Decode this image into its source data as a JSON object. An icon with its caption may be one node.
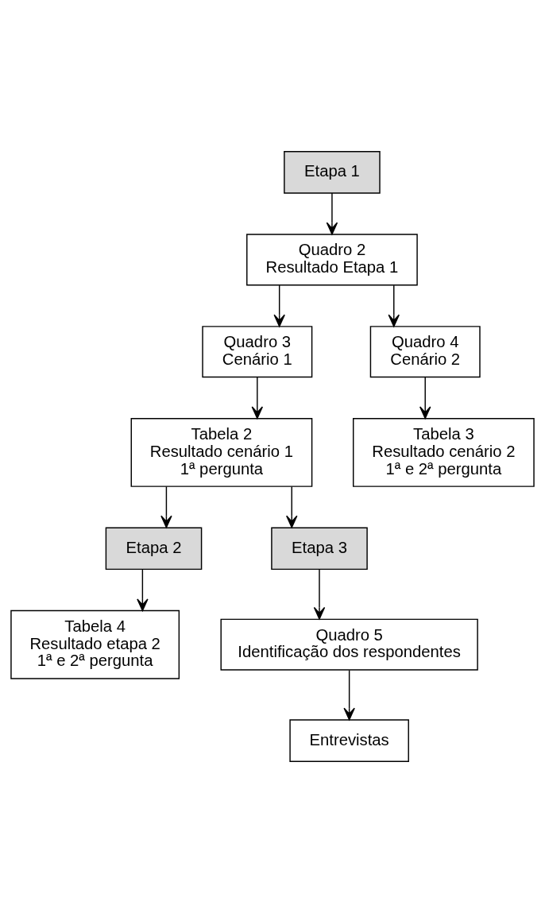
{
  "diagram": {
    "nodes": [
      {
        "text": [
          "Etapa 1"
        ]
      },
      {
        "text": [
          "Quadro 2",
          "Resultado Etapa 1"
        ]
      },
      {
        "text": [
          "Quadro 3",
          "Cenário 1"
        ]
      },
      {
        "text": [
          "Quadro 4",
          "Cenário 2"
        ]
      },
      {
        "text": [
          "Tabela 2",
          "Resultado cenário 1",
          "1ª pergunta"
        ]
      },
      {
        "text": [
          "Tabela 3",
          "Resultado cenário 2",
          "1ª e 2ª pergunta"
        ]
      },
      {
        "text": [
          "Etapa 2"
        ]
      },
      {
        "text": [
          "Etapa 3"
        ]
      },
      {
        "text": [
          "Tabela 4",
          "Resultado etapa 2",
          "1ª e 2ª pergunta"
        ]
      },
      {
        "text": [
          "Quadro 5",
          "Identificação dos respondentes"
        ]
      },
      {
        "text": [
          "Entrevistas"
        ]
      }
    ],
    "edges": [
      {
        "from": 0,
        "to": 1,
        "arrow": "to"
      },
      {
        "from": 1,
        "to": 2,
        "arrow": "to"
      },
      {
        "from": 1,
        "to": 3,
        "arrow": "to"
      },
      {
        "from": 2,
        "to": 4,
        "arrow": "to"
      },
      {
        "from": 3,
        "to": 5,
        "arrow": "to"
      },
      {
        "from": 4,
        "to": 6,
        "arrow": "to"
      },
      {
        "from": 4,
        "to": 7,
        "arrow": "to"
      },
      {
        "from": 6,
        "to": 8,
        "arrow": "to"
      },
      {
        "from": 7,
        "to": 9,
        "arrow": "to"
      },
      {
        "from": 9,
        "to": 10,
        "arrow": "to"
      }
    ]
  }
}
